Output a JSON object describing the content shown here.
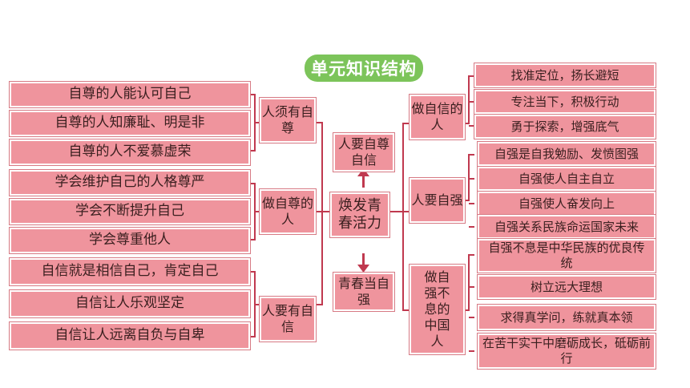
{
  "title": "单元知识结构",
  "center": "焕发青春活力",
  "top_branch": "人要自尊自信",
  "bottom_branch": "青春当自强",
  "left": [
    {
      "label": "人须有自尊",
      "items": [
        "自尊的人能认可自己",
        "自尊的人知廉耻、明是非",
        "自尊的人不爱慕虚荣"
      ]
    },
    {
      "label": "做自尊的人",
      "items": [
        "学会维护自己的人格尊严",
        "学会不断提升自己",
        "学会尊重他人"
      ]
    },
    {
      "label": "人要有自信",
      "items": [
        "自信就是相信自己，肯定自己",
        "自信让人乐观坚定",
        "自信让人远离自负与自卑"
      ]
    }
  ],
  "right": [
    {
      "label": "做自信的人",
      "items": [
        "找准定位，扬长避短",
        "专注当下，积极行动",
        "勇于探索，增强底气"
      ]
    },
    {
      "label": "人要自强",
      "items": [
        "自强是自我勉励、发愤图强",
        "自强使人自主自立",
        "自强使人奋发向上",
        "自强关系民族命运国家未来"
      ]
    },
    {
      "label": "做自强不息的中国人",
      "items": [
        "自强不息是中华民族的优良传统",
        "树立远大理想",
        "求得真学问，练就真本领",
        "在苦干实干中磨砺成长，砥砺前行"
      ]
    }
  ],
  "colors": {
    "box": "#ef949d",
    "line": "#c0394f",
    "title_bg": "#7cc45a"
  }
}
